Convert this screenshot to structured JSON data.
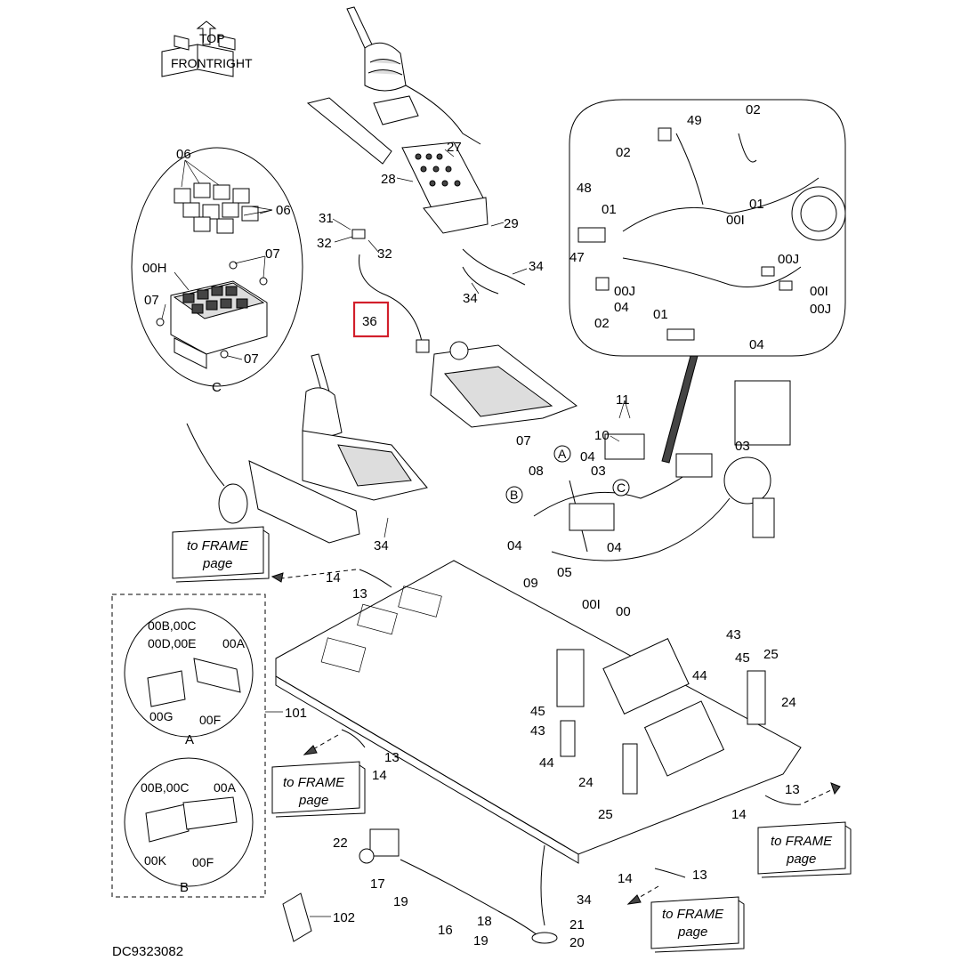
{
  "figure_code": "DC9323082",
  "highlighted_label": "36",
  "orientation_icon": {
    "labels": [
      "FRONT",
      "TOP",
      "RIGHT"
    ]
  },
  "frame_refs": [
    {
      "line1": "to FRAME",
      "line2": "page"
    },
    {
      "line1": "to FRAME",
      "line2": "page"
    },
    {
      "line1": "to FRAME",
      "line2": "page"
    },
    {
      "line1": "to FRAME",
      "line2": "page"
    }
  ],
  "details": {
    "C": {
      "letter": "C",
      "labels": [
        "06",
        "06",
        "00H",
        "07",
        "07",
        "07"
      ]
    },
    "A": {
      "letter": "A",
      "labels": [
        "00B,00C",
        "00D,00E",
        "00A",
        "00G",
        "00F"
      ]
    },
    "B": {
      "letter": "B",
      "labels": [
        "00B,00C",
        "00A",
        "00K",
        "00F"
      ]
    },
    "zoom": {
      "labels": [
        "49",
        "02",
        "02",
        "48",
        "01",
        "00I",
        "01",
        "47",
        "00J",
        "04",
        "01",
        "00J",
        "00I",
        "00J",
        "02",
        "04"
      ]
    }
  },
  "group_101": "101",
  "labels_main": [
    "27",
    "28",
    "31",
    "29",
    "32",
    "32",
    "34",
    "34",
    "36",
    "11",
    "10",
    "07",
    "08",
    "04",
    "03",
    "03",
    "04",
    "04",
    "05",
    "09",
    "00I",
    "00",
    "14",
    "13",
    "34",
    "43",
    "25",
    "45",
    "44",
    "24",
    "45",
    "43",
    "44",
    "24",
    "25",
    "13",
    "14",
    "13",
    "14",
    "22",
    "17",
    "19",
    "16",
    "34",
    "14",
    "13",
    "18",
    "19",
    "21",
    "20",
    "102"
  ],
  "callout_letters": [
    "A",
    "B",
    "C"
  ]
}
